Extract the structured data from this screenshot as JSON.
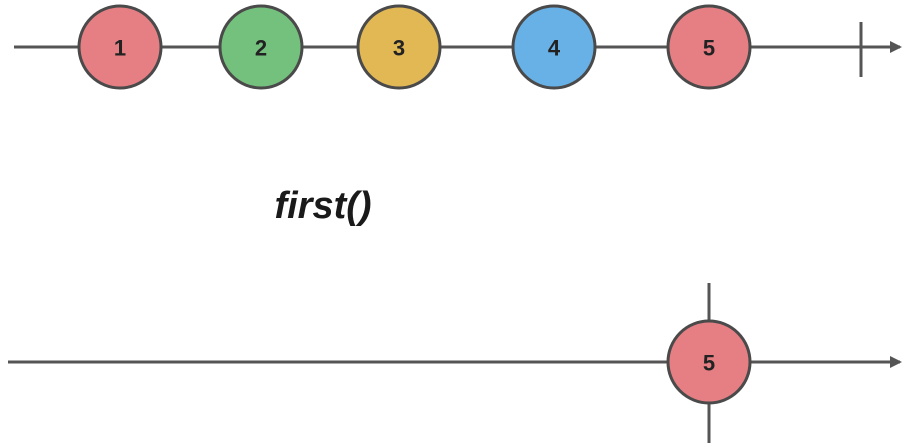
{
  "operator": {
    "label": "first()"
  },
  "input_stream": {
    "marbles": [
      {
        "label": "1",
        "color": "#e57f84"
      },
      {
        "label": "2",
        "color": "#74c17e"
      },
      {
        "label": "3",
        "color": "#e2b855"
      },
      {
        "label": "4",
        "color": "#68b1e6"
      },
      {
        "label": "5",
        "color": "#e57f84"
      }
    ],
    "completed": true
  },
  "output_stream": {
    "marbles": [
      {
        "label": "5",
        "color": "#e57f84"
      }
    ],
    "completed": true
  }
}
